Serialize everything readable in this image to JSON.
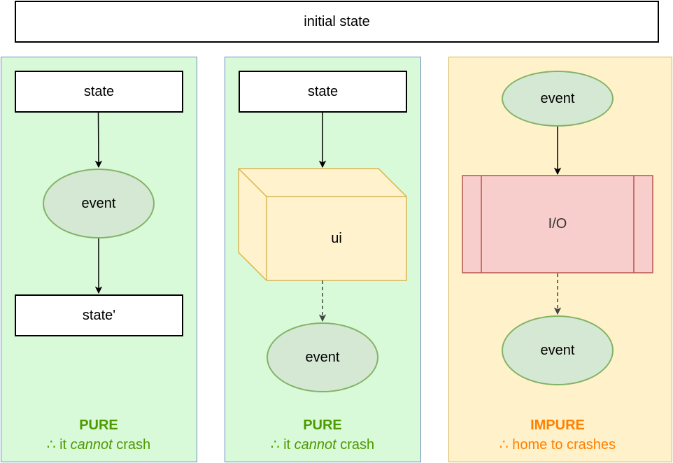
{
  "top": {
    "title": "initial state"
  },
  "panels": [
    {
      "nodes": {
        "state": "state",
        "event": "event",
        "state_prime": "state'"
      },
      "caption": {
        "title": "PURE",
        "prefix": "∴ it ",
        "emph": "cannot",
        "suffix": " crash"
      }
    },
    {
      "nodes": {
        "state": "state",
        "ui": "ui",
        "event": "event"
      },
      "caption": {
        "title": "PURE",
        "prefix": "∴ it ",
        "emph": "cannot",
        "suffix": " crash"
      }
    },
    {
      "nodes": {
        "event_top": "event",
        "io": "I/O",
        "event_bottom": "event"
      },
      "caption": {
        "title": "IMPURE",
        "text": "∴ home to crashes"
      }
    }
  ],
  "colors": {
    "pure_green": "#4d9900",
    "impure_orange": "#ff8000",
    "panel_green_fill": "#d9fad8",
    "panel_yellow_fill": "#fff1c9",
    "ellipse_fill": "#d5e8d4",
    "io_fill": "#f8cecc"
  }
}
